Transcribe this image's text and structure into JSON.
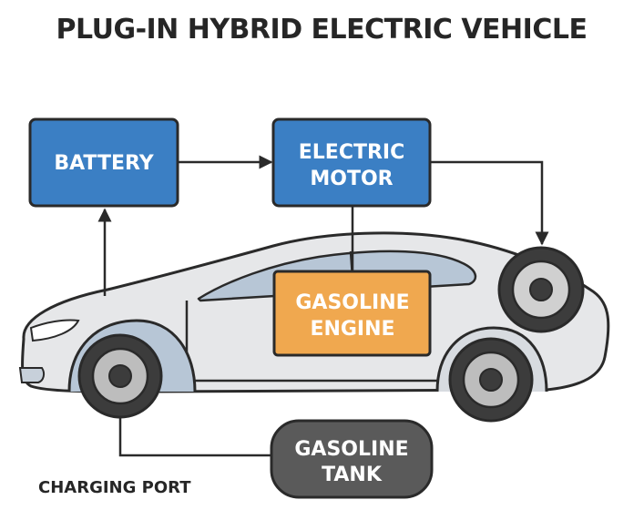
{
  "title": "PLUG-IN HYBRID ELECTRIC VEHICLE",
  "components": {
    "battery": {
      "line1": "BATTERY"
    },
    "electric_motor": {
      "line1": "ELECTRIC",
      "line2": "MOTOR"
    },
    "gasoline_engine": {
      "line1": "GASOLINE",
      "line2": "ENGINE"
    },
    "gasoline_tank": {
      "line1": "GASOLINE",
      "line2": "TANK"
    }
  },
  "charging_port_label": "CHARGING PORT",
  "colors": {
    "electric_blue": "#3b7fc4",
    "engine_orange": "#f0a84f",
    "tank_gray": "#5a5a5a",
    "car_body": "#e6e7e9",
    "car_window": "#b7c6d6",
    "outline": "#2a2a2a"
  }
}
